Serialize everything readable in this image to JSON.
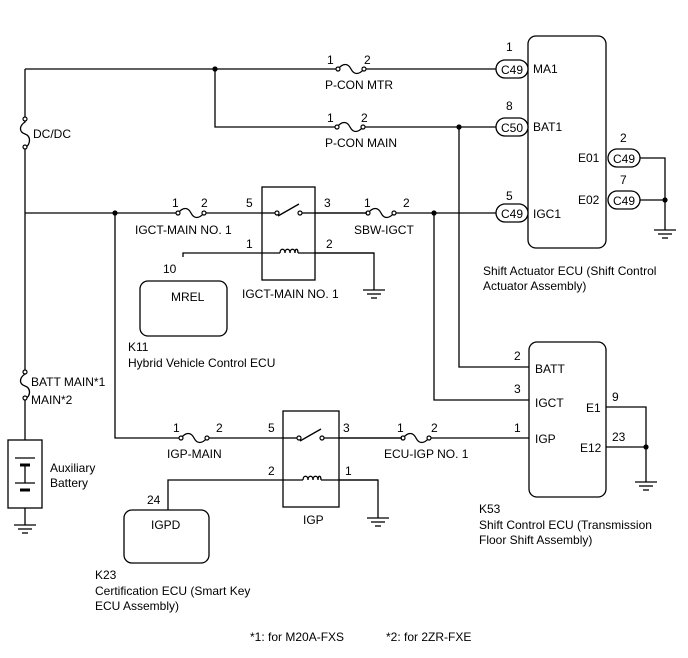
{
  "fuses": {
    "dcdc": "DC/DC",
    "pcon_mtr": "P-CON MTR",
    "pcon_main": "P-CON MAIN",
    "igct_main_no1": "IGCT-MAIN NO. 1",
    "sbw_igct": "SBW-IGCT",
    "batt_main": "BATT MAIN*1",
    "main": "MAIN*2",
    "igp_main": "IGP-MAIN",
    "ecu_igp_no1": "ECU-IGP NO. 1"
  },
  "relays": {
    "igct_main_no1": "IGCT-MAIN NO. 1",
    "igp": "IGP"
  },
  "battery": {
    "line1": "Auxiliary",
    "line2": "Battery"
  },
  "connectors": {
    "c49": "C49",
    "c50": "C50"
  },
  "pin_numbers": {
    "n1": "1",
    "n2": "2",
    "n3": "3",
    "n5": "5",
    "n7": "7",
    "n8": "8",
    "n9": "9",
    "n10": "10",
    "n23": "23",
    "n24": "24"
  },
  "shift_actuator_ecu": {
    "terminals": {
      "ma1": "MA1",
      "bat1": "BAT1",
      "igc1": "IGC1",
      "e01": "E01",
      "e02": "E02"
    },
    "name_line1": "Shift Actuator ECU (Shift Control",
    "name_line2": "Actuator Assembly)"
  },
  "hybrid_ecu": {
    "terminal": "MREL",
    "code": "K11",
    "name": "Hybrid Vehicle Control ECU"
  },
  "shift_control_ecu": {
    "terminals": {
      "batt": "BATT",
      "igct": "IGCT",
      "igp": "IGP",
      "e1": "E1",
      "e12": "E12"
    },
    "code": "K53",
    "name_line1": "Shift Control ECU (Transmission",
    "name_line2": "Floor Shift Assembly)"
  },
  "certification_ecu": {
    "terminal": "IGPD",
    "code": "K23",
    "name_line1": "Certification ECU (Smart Key",
    "name_line2": "ECU Assembly)"
  },
  "footnotes": {
    "note1": "*1: for M20A-FXS",
    "note2": "*2: for 2ZR-FXE"
  }
}
